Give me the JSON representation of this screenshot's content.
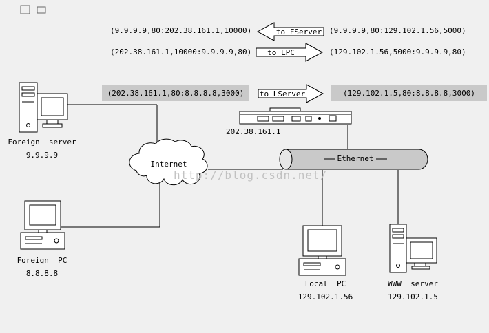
{
  "page": {
    "background": "#f0f0f0"
  },
  "translation_rows": [
    {
      "left": "(9.9.9.9,80:202.38.161.1,10000)",
      "arrow_label": "to FServer",
      "arrow_direction": "left",
      "right": "(9.9.9.9,80:129.102.1.56,5000)",
      "highlighted": false
    },
    {
      "left": "(202.38.161.1,10000:9.9.9.9,80)",
      "arrow_label": "to LPC",
      "arrow_direction": "right",
      "right": "(129.102.1.56,5000:9.9.9.9,80)",
      "highlighted": false
    },
    {
      "left": "(202.38.161.1,80:8.8.8.8,3000)",
      "arrow_label": "to LServer",
      "arrow_direction": "right",
      "right": "(129.102.1.5,80:8.8.8.8,3000)",
      "highlighted": true
    }
  ],
  "nodes": {
    "foreign_server": {
      "label": "Foreign  server",
      "ip": "9.9.9.9"
    },
    "foreign_pc": {
      "label": "Foreign  PC",
      "ip": "8.8.8.8"
    },
    "local_pc": {
      "label": "Local  PC",
      "ip": "129.102.1.56"
    },
    "www_server": {
      "label": "WWW  server",
      "ip": "129.102.1.5"
    },
    "router": {
      "ip": "202.38.161.1"
    },
    "internet_cloud": {
      "label": "Internet"
    },
    "ethernet_bus": {
      "label": "Ethernet"
    }
  },
  "watermark": "http://blog.csdn.net/",
  "colors": {
    "highlight_box": "#c9c9c9",
    "bus_fill": "#c9c9c9",
    "watermark": "#bdbdbd",
    "line": "#000000",
    "shape_fill": "#ffffff"
  }
}
